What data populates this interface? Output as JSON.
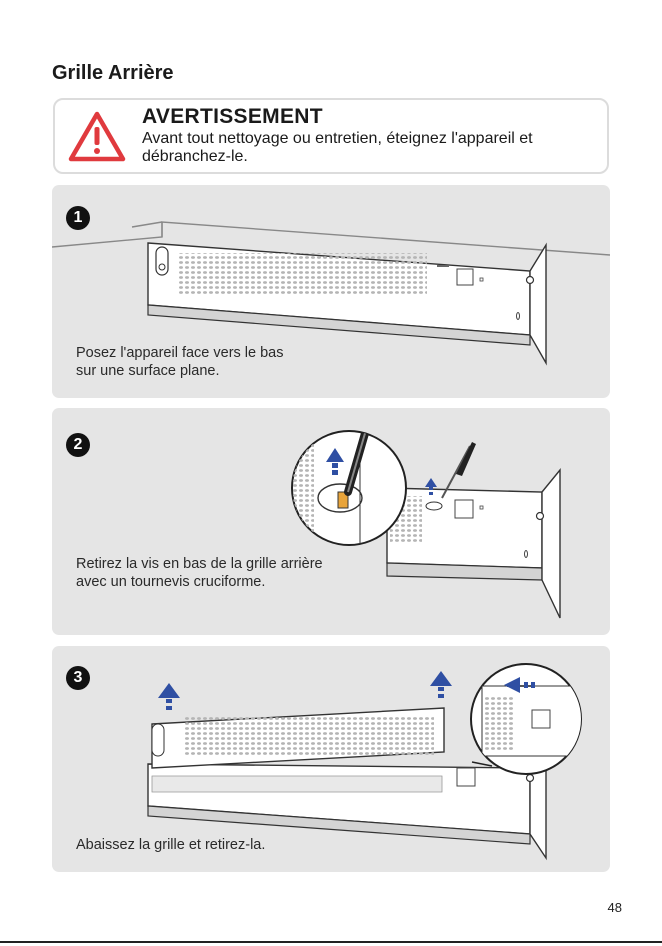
{
  "section_title": "Grille Arrière",
  "warning": {
    "heading": "AVERTISSEMENT",
    "text": "Avant tout nettoyage ou entretien, éteignez l'appareil et débranchez-le.",
    "icon": "warning-triangle-icon",
    "icon_color": "#e03a3e"
  },
  "steps": [
    {
      "number": "1",
      "caption_lines": [
        "Posez l'appareil face vers le bas",
        "sur une surface plane."
      ]
    },
    {
      "number": "2",
      "caption_lines": [
        "Retirez la vis en bas de la grille arrière",
        "avec un tournevis cruciforme."
      ]
    },
    {
      "number": "3",
      "caption_lines": [
        "Abaissez la grille et retirez-la."
      ]
    }
  ],
  "accent_color": "#2f4fa3",
  "page_number": "48"
}
